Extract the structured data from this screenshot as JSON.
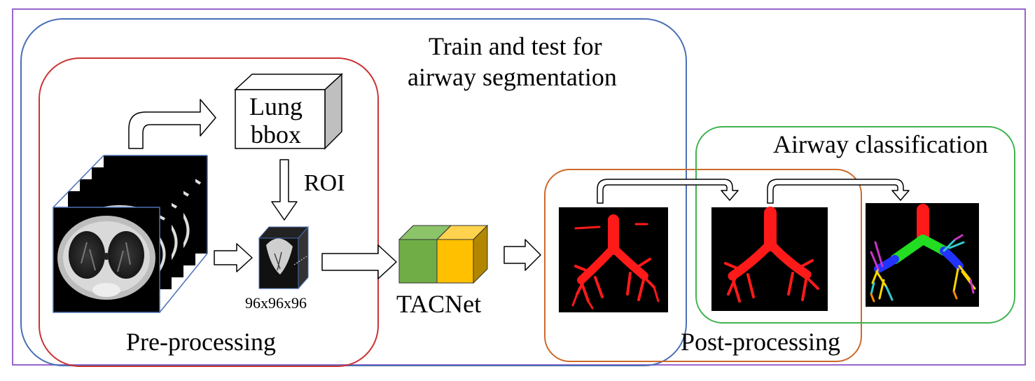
{
  "labels": {
    "train_test_line1": "Train and test for",
    "train_test_line2": "airway segmentation",
    "lung_line1": "Lung",
    "lung_line2": "bbox",
    "roi": "ROI",
    "patch_size": "96x96x96",
    "pre_processing": "Pre-processing",
    "network": "TACNet",
    "post_processing": "Post-processing",
    "airway_classification": "Airway classification"
  },
  "colors": {
    "outer_frame": "#9966cc",
    "train_test_box": "#4a6fb5",
    "pre_processing_box": "#cc3333",
    "post_processing_box": "#cc6a2a",
    "classification_box": "#3fb34f",
    "net_front_green": "#70ad47",
    "net_back_yellow": "#ffc000",
    "airway_red": "#ff1a1a"
  }
}
